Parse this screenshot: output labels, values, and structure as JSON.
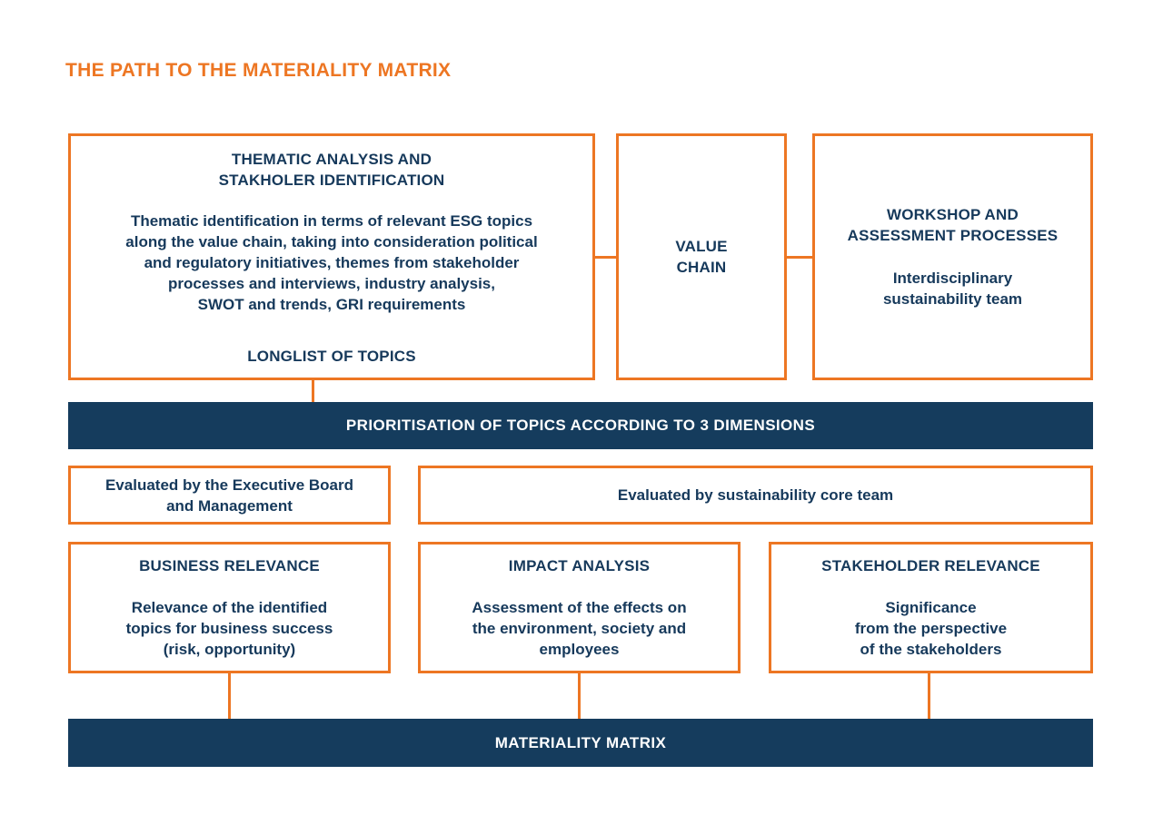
{
  "colors": {
    "orange": "#ED7623",
    "navy": "#153C5D",
    "text": "#16395B"
  },
  "title": "THE PATH TO THE MATERIALITY MATRIX",
  "top_row": {
    "thematic_box": {
      "heading": "THEMATIC ANALYSIS AND\nSTAKHOLER IDENTIFICATION",
      "body": "Thematic identification in terms of relevant ESG topics\nalong the value chain, taking into consideration political\nand regulatory initiatives, themes from stakeholder\nprocesses and interviews, industry analysis,\nSWOT and trends, GRI requirements",
      "footer": "LONGLIST OF TOPICS"
    },
    "value_chain_box": {
      "label": "VALUE\nCHAIN"
    },
    "workshop_box": {
      "heading": "WORKSHOP AND\nASSESSMENT PROCESSES",
      "body": "Interdisciplinary\nsustainability team"
    }
  },
  "banner_prioritisation": "PRIORITISATION OF TOPICS ACCORDING TO 3 DIMENSIONS",
  "evaluation_row": {
    "executive_box": "Evaluated by the Executive Board\nand Management",
    "core_team_box": "Evaluated by sustainability core team"
  },
  "dimensions_row": [
    {
      "heading": "BUSINESS RELEVANCE",
      "body": "Relevance of the identified\ntopics for business success\n(risk, opportunity)"
    },
    {
      "heading": "IMPACT ANALYSIS",
      "body": "Assessment of the effects on\nthe environment, society and\nemployees"
    },
    {
      "heading": "STAKEHOLDER RELEVANCE",
      "body": "Significance\nfrom the perspective\nof the stakeholders"
    }
  ],
  "banner_materiality": "MATERIALITY MATRIX"
}
